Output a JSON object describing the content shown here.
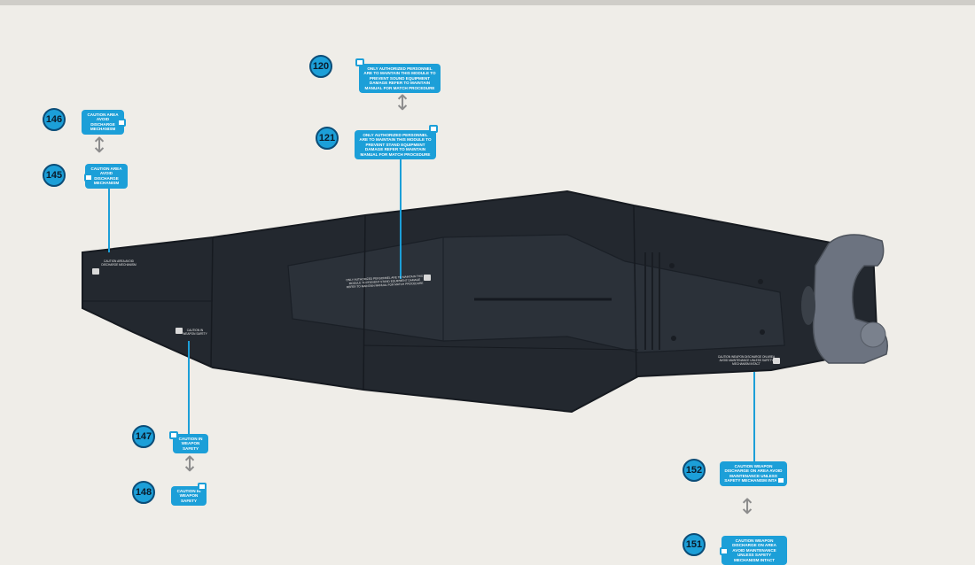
{
  "background": "#efede8",
  "colors": {
    "callout_fill": "#1c9fd8",
    "callout_text": "#ffffff",
    "badge_ring": "#0b4d78",
    "part_body": "#23282f",
    "part_edge": "#161a20",
    "mount_grey": "#6c7380",
    "arrow_grey": "#8c8c8c"
  },
  "callouts": [
    {
      "number": "120",
      "text": "ONLY AUTHORIZED PERSONNEL ARE TO MAINTAIN THIS MODULE TO PREVENT SOUND EQUIPMENT DAMAGE REFER TO MAINTAIN MANUAL FOR MATCH PROCEDURE"
    },
    {
      "number": "121",
      "text": "ONLY AUTHORIZED PERSONNEL ARE TO MAINTAIN THIS MODULE TO PREVENT STAND EQUIPMENT DAMAGE REFER TO MAINTAIN MANUAL FOR MATCH PROCEDURE"
    },
    {
      "number": "146",
      "text": "CAUTION AREA AVOID DISCHARGE MECHANISM"
    },
    {
      "number": "145",
      "text": "CAUTION AREA AVOID DISCHARGE MECHANISM"
    },
    {
      "number": "147",
      "text": "CAUTION IN WEAPON SAFETY"
    },
    {
      "number": "148",
      "text": "CAUTION IN WEAPON SAFETY"
    },
    {
      "number": "152",
      "text": "CAUTION WEAPON DISCHARGE ON AREA AVOID MAINTENANCE UNLESS SAFETY MECHANISM INTACT"
    },
    {
      "number": "151",
      "text": "CAUTION WEAPON DISCHARGE ON AREA AVOID MAINTENANCE UNLESS SAFETY MECHANISM INTACT"
    }
  ],
  "decals": [
    {
      "text": "ONLY AUTHORIZED PERSONNEL ARE TO MAINTAIN THIS MODULE TO PREVENT STAND EQUIPMENT DAMAGE REFER TO MAINTAIN MANUAL FOR MATCH PROCEDURE"
    },
    {
      "text": "CAUTION AREA AVOID DISCHARGE MECHANISM"
    },
    {
      "text": "CAUTION IN WEAPON SAFETY"
    },
    {
      "text": "CAUTION WEAPON DISCHARGE ON AREA AVOID MAINTENANCE UNLESS SAFETY MECHANISM INTACT"
    }
  ],
  "icons": {
    "swap_arrow": "up-down-arrow-icon",
    "decal_marker": "square-marker-icon"
  }
}
